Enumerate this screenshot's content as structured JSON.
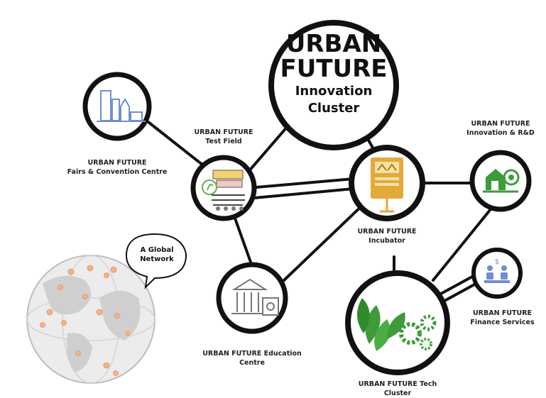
{
  "hub": {
    "line1": "URBAN",
    "line2": "FUTURE",
    "line3": "Innovation",
    "line4": "Cluster"
  },
  "nodes": {
    "fairs": {
      "line1": "URBAN FUTURE",
      "line2": "Fairs & Convention Centre"
    },
    "testfield": {
      "line1": "URBAN FUTURE",
      "line2": "Test Field"
    },
    "incubator": {
      "line1": "URBAN FUTURE",
      "line2": "Incubator"
    },
    "innovation": {
      "line1": "URBAN FUTURE",
      "line2": "Innovation & R&D"
    },
    "education": {
      "line1": "URBAN FUTURE Education",
      "line2": "Centre"
    },
    "finance": {
      "line1": "URBAN FUTURE",
      "line2": "Finance Services"
    },
    "tech": {
      "line1": "URBAN FUTURE Tech",
      "line2": "Cluster"
    }
  },
  "speech_bubble": {
    "line1": "A Global",
    "line2": "Network"
  },
  "colors": {
    "ring": "#111111",
    "blue_icon": "#6f8fd0",
    "orange_icon": "#e3a93a",
    "green_icon": "#3f9a3a",
    "globe_grey": "#c9c9c9",
    "globe_dot": "#f2b48a"
  }
}
